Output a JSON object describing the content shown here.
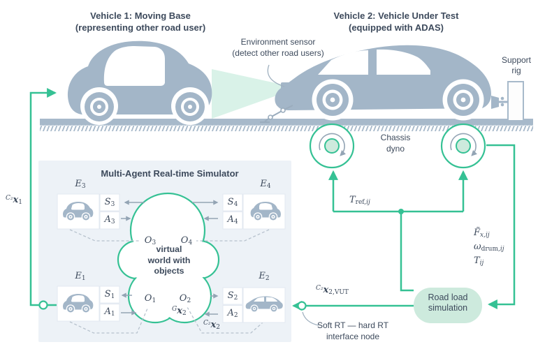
{
  "colors": {
    "accent_green": "#35c194",
    "mint_fill": "#d9f0e6",
    "mint_deep": "#cdeadd",
    "car_gray": "#a3b6c8",
    "panel_bg": "#edf2f7",
    "ink": "#3d4a5c",
    "gray_arrow": "#93a4b4",
    "dash_gray": "#b7c2cd"
  },
  "header": {
    "vehicle1_title": [
      "Vehicle 1: Moving Base",
      "(representing other road user)"
    ],
    "vehicle2_title": [
      "Vehicle 2: Vehicle Under Test",
      "(equipped with ADAS)"
    ],
    "sensor_note": [
      "Environment sensor",
      "(detect other road users)"
    ],
    "support_rig": [
      "Support",
      "rig"
    ]
  },
  "test_bench": {
    "chassis_dyno": [
      "Chassis",
      "dyno"
    ],
    "road_load": [
      "Road load",
      "simulation"
    ],
    "interface_note": [
      "Soft RT — hard RT",
      "interface node"
    ]
  },
  "simulator": {
    "title": "Multi-Agent Real-time Simulator",
    "cloud": [
      "virtual",
      "world with",
      "objects"
    ]
  },
  "math": {
    "c2x1": [
      {
        "k": "psup",
        "s": "C₂"
      },
      {
        "k": "bvar",
        "s": "x"
      },
      {
        "k": "sub",
        "s": "1"
      }
    ],
    "tref": [
      {
        "k": "var",
        "s": "T"
      },
      {
        "k": "sub",
        "s": "ref,"
      },
      {
        "k": "isub",
        "s": "ij"
      }
    ],
    "fxij": [
      {
        "k": "var",
        "s": "F̃"
      },
      {
        "k": "isub",
        "s": "x,ij"
      }
    ],
    "omega": [
      {
        "k": "var",
        "s": "ω"
      },
      {
        "k": "sub",
        "s": "drum,"
      },
      {
        "k": "isub",
        "s": "ij"
      }
    ],
    "tij": [
      {
        "k": "var",
        "s": "T"
      },
      {
        "k": "isub",
        "s": "ij"
      }
    ],
    "c2x2vut": [
      {
        "k": "psup",
        "s": "C₂"
      },
      {
        "k": "bvar",
        "s": "x"
      },
      {
        "k": "sub",
        "s": "2,VUT"
      }
    ],
    "gx2": [
      {
        "k": "psup",
        "s": "G"
      },
      {
        "k": "bvar",
        "s": "x"
      },
      {
        "k": "sub",
        "s": "2"
      }
    ],
    "c2x2": [
      {
        "k": "psup",
        "s": "C₂"
      },
      {
        "k": "bvar",
        "s": "x"
      },
      {
        "k": "sub",
        "s": "2"
      }
    ],
    "e1": [
      {
        "k": "var",
        "s": "E"
      },
      {
        "k": "sub",
        "s": "1"
      }
    ],
    "e2": [
      {
        "k": "var",
        "s": "E"
      },
      {
        "k": "sub",
        "s": "2"
      }
    ],
    "e3": [
      {
        "k": "var",
        "s": "E"
      },
      {
        "k": "sub",
        "s": "3"
      }
    ],
    "e4": [
      {
        "k": "var",
        "s": "E"
      },
      {
        "k": "sub",
        "s": "4"
      }
    ],
    "s1": [
      {
        "k": "var",
        "s": "S"
      },
      {
        "k": "sub",
        "s": "1"
      }
    ],
    "s2": [
      {
        "k": "var",
        "s": "S"
      },
      {
        "k": "sub",
        "s": "2"
      }
    ],
    "s3": [
      {
        "k": "var",
        "s": "S"
      },
      {
        "k": "sub",
        "s": "3"
      }
    ],
    "s4": [
      {
        "k": "var",
        "s": "S"
      },
      {
        "k": "sub",
        "s": "4"
      }
    ],
    "a1": [
      {
        "k": "var",
        "s": "A"
      },
      {
        "k": "sub",
        "s": "1"
      }
    ],
    "a2": [
      {
        "k": "var",
        "s": "A"
      },
      {
        "k": "sub",
        "s": "2"
      }
    ],
    "a3": [
      {
        "k": "var",
        "s": "A"
      },
      {
        "k": "sub",
        "s": "3"
      }
    ],
    "a4": [
      {
        "k": "var",
        "s": "A"
      },
      {
        "k": "sub",
        "s": "4"
      }
    ],
    "o1": [
      {
        "k": "var",
        "s": "O"
      },
      {
        "k": "sub",
        "s": "1"
      }
    ],
    "o2": [
      {
        "k": "var",
        "s": "O"
      },
      {
        "k": "sub",
        "s": "2"
      }
    ],
    "o3": [
      {
        "k": "var",
        "s": "O"
      },
      {
        "k": "sub",
        "s": "3"
      }
    ],
    "o4": [
      {
        "k": "var",
        "s": "O"
      },
      {
        "k": "sub",
        "s": "4"
      }
    ]
  }
}
